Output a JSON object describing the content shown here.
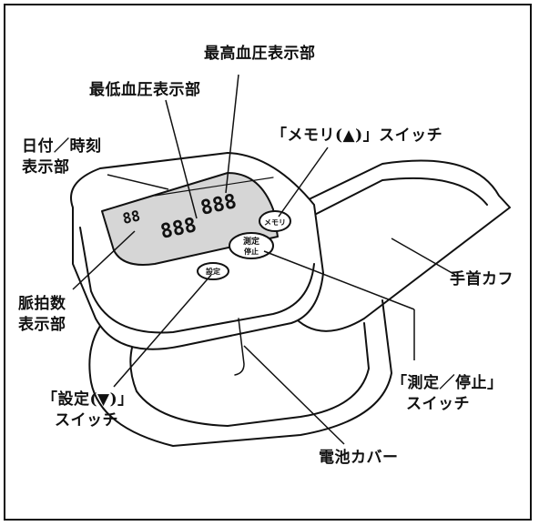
{
  "labels": {
    "max_bp_display": "最高血圧表示部",
    "min_bp_display": "最低血圧表示部",
    "date_time_display_line1": "日付／時刻",
    "date_time_display_line2": "表示部",
    "memory_switch": "「メモリ(▲)」スイッチ",
    "pulse_display_line1": "脈拍数",
    "pulse_display_line2": "表示部",
    "wrist_cuff": "手首カフ",
    "measure_stop_switch_line1": "「測定／停止」",
    "measure_stop_switch_line2": "スイッチ",
    "set_switch_line1": "「設定(▼)」",
    "set_switch_line2": "スイッチ",
    "battery_cover": "電池カバー"
  },
  "device": {
    "measure_button_line1": "測定",
    "measure_button_line2": "停止",
    "memory_button": "メモリ",
    "set_button": "設定"
  },
  "colors": {
    "line": "#111111",
    "screen": "#d6d6d6",
    "body": "#ffffff"
  }
}
